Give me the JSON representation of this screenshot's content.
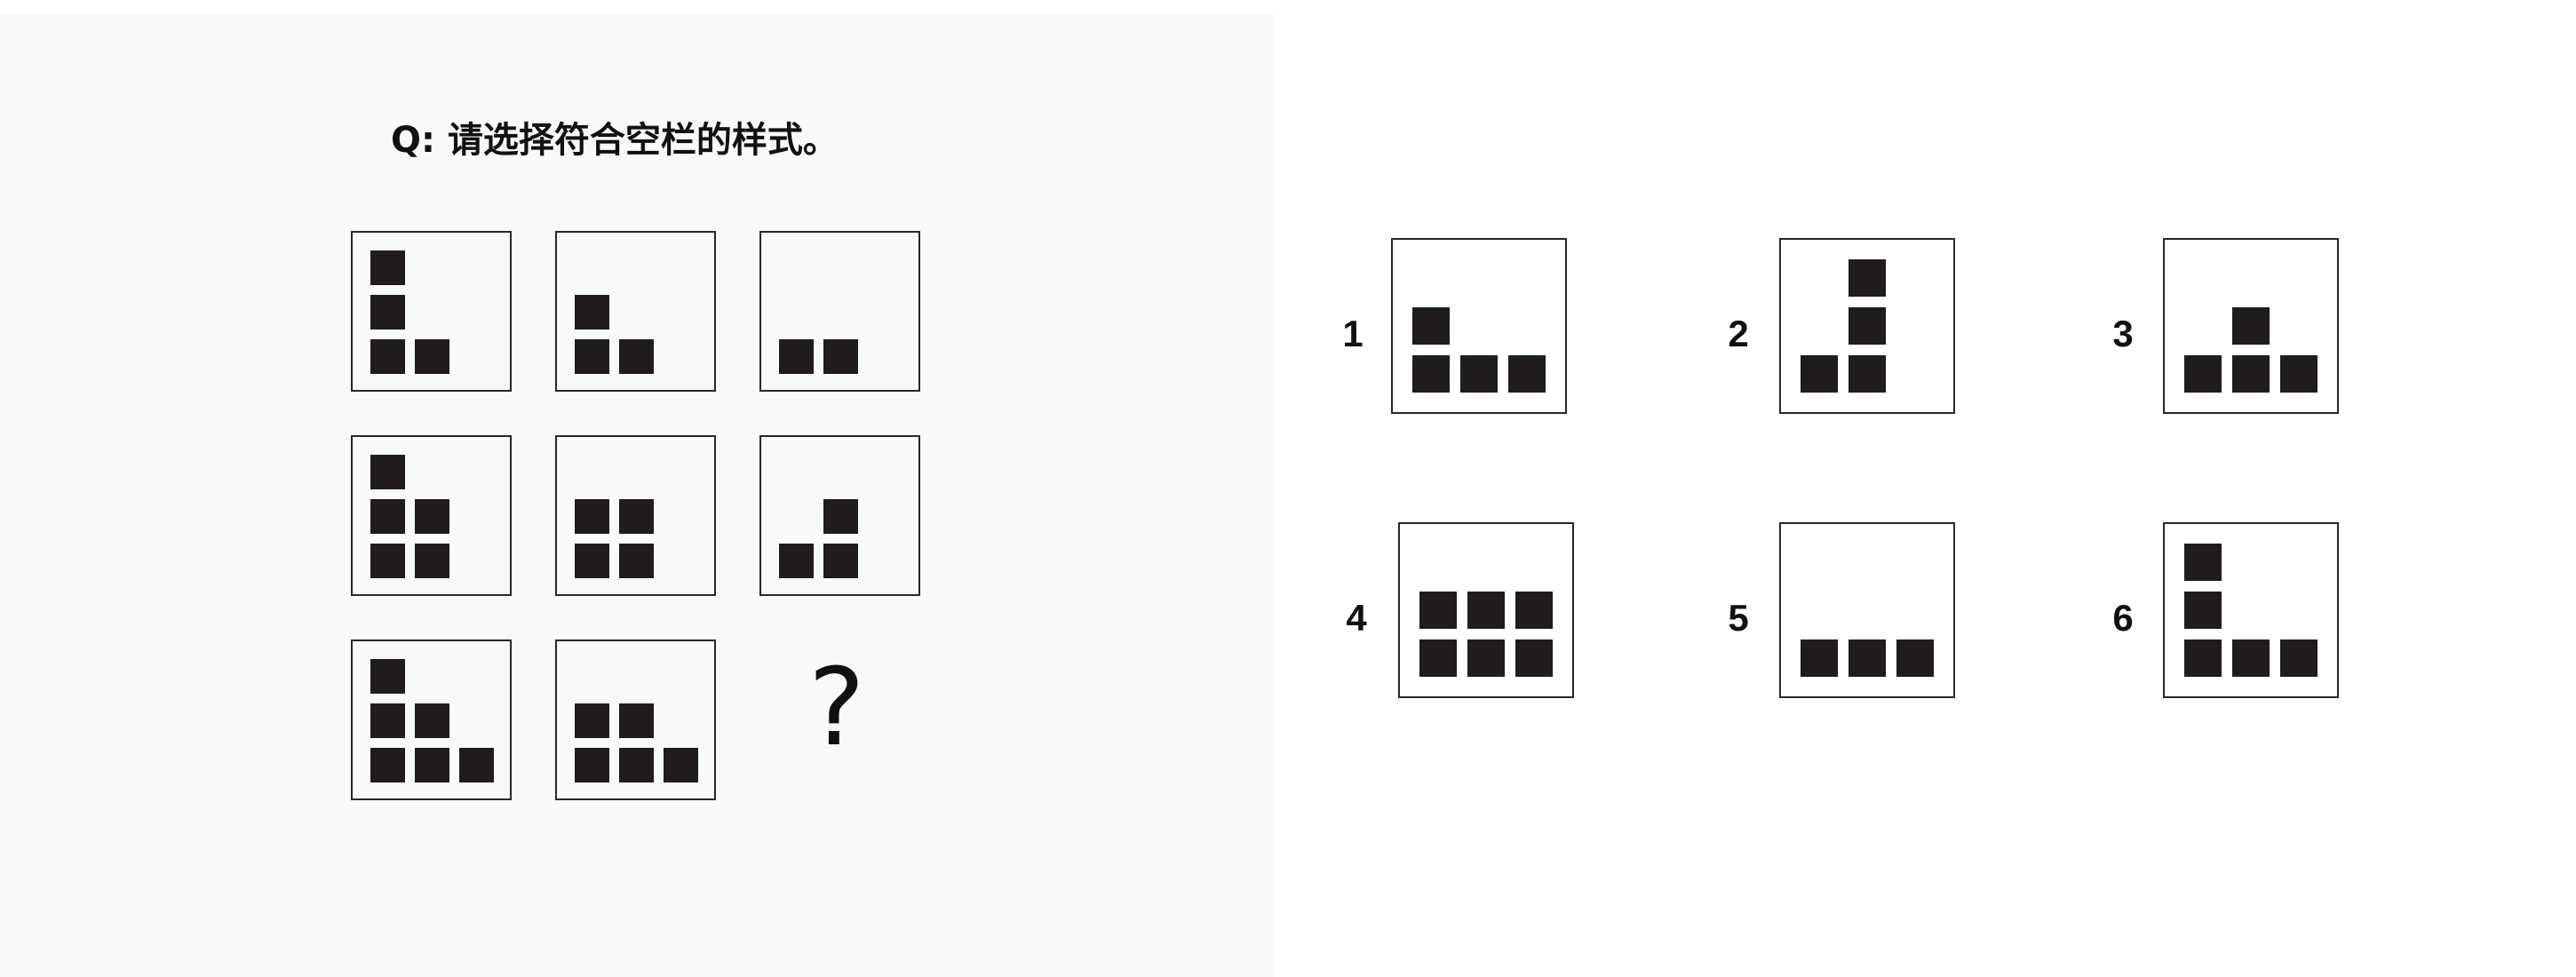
{
  "question": {
    "title": "Q: 请选择符合空栏的样式。",
    "placeholder": "?"
  },
  "grid": [
    {
      "id": "cell-1-1",
      "blocks": [
        [
          0,
          0
        ],
        [
          0,
          1
        ],
        [
          0,
          2
        ],
        [
          1,
          2
        ]
      ]
    },
    {
      "id": "cell-1-2",
      "blocks": [
        [
          0,
          1
        ],
        [
          0,
          2
        ],
        [
          1,
          2
        ]
      ]
    },
    {
      "id": "cell-1-3",
      "blocks": [
        [
          0,
          2
        ],
        [
          1,
          2
        ]
      ]
    },
    {
      "id": "cell-2-1",
      "blocks": [
        [
          0,
          0
        ],
        [
          0,
          1
        ],
        [
          1,
          1
        ],
        [
          0,
          2
        ],
        [
          1,
          2
        ]
      ]
    },
    {
      "id": "cell-2-2",
      "blocks": [
        [
          0,
          1
        ],
        [
          1,
          1
        ],
        [
          0,
          2
        ],
        [
          1,
          2
        ]
      ]
    },
    {
      "id": "cell-2-3",
      "blocks": [
        [
          1,
          1
        ],
        [
          0,
          2
        ],
        [
          1,
          2
        ]
      ]
    },
    {
      "id": "cell-3-1",
      "blocks": [
        [
          0,
          0
        ],
        [
          0,
          1
        ],
        [
          1,
          1
        ],
        [
          0,
          2
        ],
        [
          1,
          2
        ],
        [
          2,
          2
        ]
      ]
    },
    {
      "id": "cell-3-2",
      "blocks": [
        [
          0,
          1
        ],
        [
          1,
          1
        ],
        [
          0,
          2
        ],
        [
          1,
          2
        ],
        [
          2,
          2
        ]
      ]
    }
  ],
  "options": [
    {
      "label": "1",
      "blocks": [
        [
          0,
          1
        ],
        [
          0,
          2
        ],
        [
          1,
          2
        ],
        [
          2,
          2
        ]
      ]
    },
    {
      "label": "2",
      "blocks": [
        [
          1,
          0
        ],
        [
          1,
          1
        ],
        [
          0,
          2
        ],
        [
          1,
          2
        ]
      ]
    },
    {
      "label": "3",
      "blocks": [
        [
          1,
          1
        ],
        [
          0,
          2
        ],
        [
          1,
          2
        ],
        [
          2,
          2
        ]
      ]
    },
    {
      "label": "4",
      "blocks": [
        [
          0,
          1
        ],
        [
          1,
          1
        ],
        [
          2,
          1
        ],
        [
          0,
          2
        ],
        [
          1,
          2
        ],
        [
          2,
          2
        ]
      ]
    },
    {
      "label": "5",
      "blocks": [
        [
          0,
          2
        ],
        [
          1,
          2
        ],
        [
          2,
          2
        ]
      ]
    },
    {
      "label": "6",
      "blocks": [
        [
          0,
          0
        ],
        [
          0,
          1
        ],
        [
          0,
          2
        ],
        [
          1,
          2
        ],
        [
          2,
          2
        ]
      ]
    }
  ]
}
